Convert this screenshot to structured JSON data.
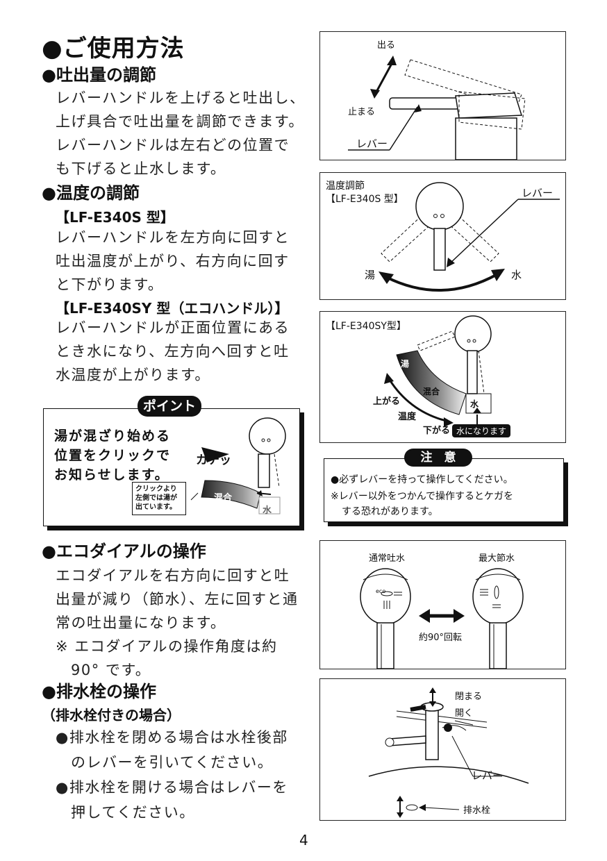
{
  "title": "●ご使用方法",
  "flow": {
    "heading": "●吐出量の調節",
    "lines": [
      "レバーハンドルを上げると吐出し、",
      "上げ具合で吐出量を調節できます。",
      "レバーハンドルは左右どの位置で",
      "も下げると止水します。"
    ]
  },
  "temp": {
    "heading": "●温度の調節",
    "model_s": "【LF-E340S 型】",
    "lines_s": [
      "レバーハンドルを左方向に回すと",
      "吐出温度が上がり、右方向に回す",
      "と下がります。"
    ],
    "model_sy": "【LF-E340SY 型（エコハンドル）】",
    "lines_sy": [
      "レバーハンドルが正面位置にある",
      "とき水になり、左方向へ回すと吐",
      "水温度が上がります。"
    ]
  },
  "point": {
    "badge": "ポイント",
    "lines": [
      "湯が混ざり始める",
      "位置をクリックで",
      "お知らせします。"
    ],
    "click_sound": "カチッ",
    "note": [
      "クリックより",
      "左側では湯が",
      "出ています。"
    ],
    "mix": "混合",
    "water": "水"
  },
  "eco": {
    "heading": "●エコダイアルの操作",
    "lines": [
      "エコダイアルを右方向に回すと吐",
      "出量が減り（節水）、左に回すと通",
      "常の吐出量になります。"
    ],
    "note": [
      "※ エコダイアルの操作角度は約",
      "90° です。"
    ]
  },
  "drain": {
    "heading": "●排水栓の操作",
    "sub": "（排水栓付きの場合）",
    "items": [
      "●排水栓を閉める場合は水栓後部",
      "のレバーを引いてください。",
      "●排水栓を開ける場合はレバーを",
      "押してください。"
    ]
  },
  "fig1": {
    "out": "出る",
    "stop": "止まる",
    "lever": "レバー"
  },
  "fig2": {
    "title1": "温度調節",
    "title2": "【LF-E340S 型】",
    "lever": "レバー",
    "hot": "湯",
    "cold": "水"
  },
  "fig3": {
    "title": "【LF-E340SY型】",
    "hot": "湯",
    "mix": "混合",
    "water": "水",
    "up": "上がる",
    "temp": "温度",
    "down": "下がる",
    "becomes_water": "水になります"
  },
  "caution": {
    "badge": "注　意",
    "line1": "●必ずレバーを持って操作してください。",
    "line2": "※レバー以外をつかんで操作するとケガを",
    "line3": "する恐れがあります。"
  },
  "fig4": {
    "normal": "通常吐水",
    "max": "最大節水",
    "rotate": "約90°回転",
    "eco": "eco"
  },
  "fig5": {
    "close": "閉まる",
    "open": "開く",
    "lever": "レバー",
    "drain": "排水栓"
  },
  "page_number": "4"
}
